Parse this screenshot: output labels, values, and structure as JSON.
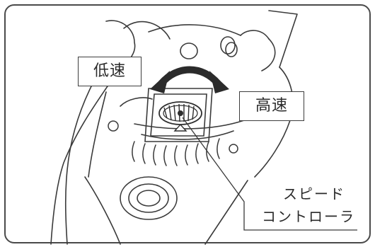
{
  "figure": {
    "label_low_speed": "低速",
    "label_high_speed": "高速",
    "callout_line1": "スピード",
    "callout_line2": "コントローラ",
    "colors": {
      "stroke": "#3a3a3a",
      "arrow_fill": "#2b2b2b",
      "background": "#ffffff"
    },
    "icons": {
      "direction_arrow": "double-headed-curved-arrow",
      "dial": "speed-controller-dial"
    }
  }
}
